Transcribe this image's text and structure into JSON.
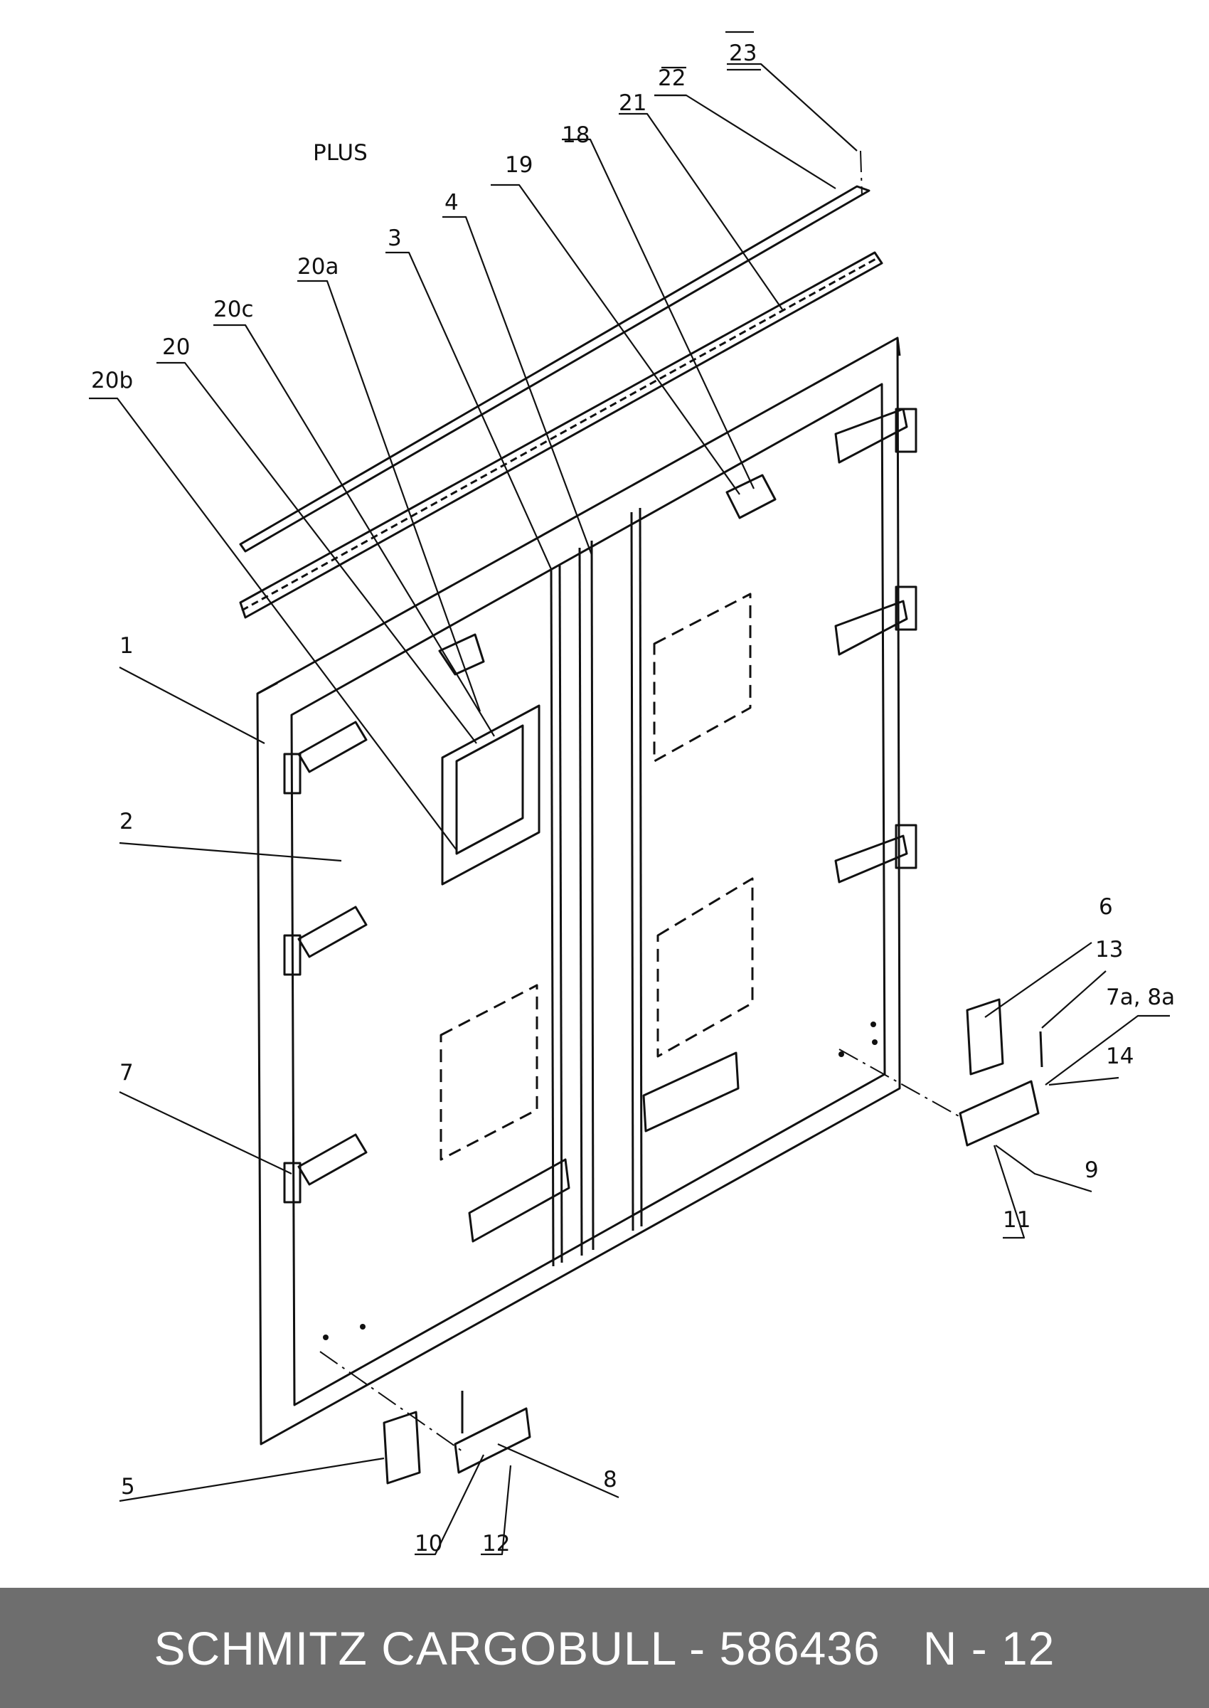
{
  "diagram": {
    "title": "PLUS",
    "labels": [
      {
        "id": "l23",
        "text": "23"
      },
      {
        "id": "l22",
        "text": "22"
      },
      {
        "id": "l21",
        "text": "21"
      },
      {
        "id": "l18",
        "text": "18"
      },
      {
        "id": "l19",
        "text": "19"
      },
      {
        "id": "l4",
        "text": "4"
      },
      {
        "id": "l3",
        "text": "3"
      },
      {
        "id": "l20a",
        "text": "20a"
      },
      {
        "id": "l20c",
        "text": "20c"
      },
      {
        "id": "l20",
        "text": "20"
      },
      {
        "id": "l20b",
        "text": "20b"
      },
      {
        "id": "l1",
        "text": "1"
      },
      {
        "id": "l2",
        "text": "2"
      },
      {
        "id": "l7",
        "text": "7"
      },
      {
        "id": "l6",
        "text": "6"
      },
      {
        "id": "l13",
        "text": "13"
      },
      {
        "id": "l7a8a",
        "text": "7a, 8a"
      },
      {
        "id": "l14",
        "text": "14"
      },
      {
        "id": "l9",
        "text": "9"
      },
      {
        "id": "l11",
        "text": "11"
      },
      {
        "id": "l5",
        "text": "5"
      },
      {
        "id": "l8",
        "text": "8"
      },
      {
        "id": "l10",
        "text": "10"
      },
      {
        "id": "l12",
        "text": "12"
      }
    ]
  },
  "footer": {
    "brand": "SCHMITZ CARGOBULL - 586436",
    "code": "N - 12"
  }
}
